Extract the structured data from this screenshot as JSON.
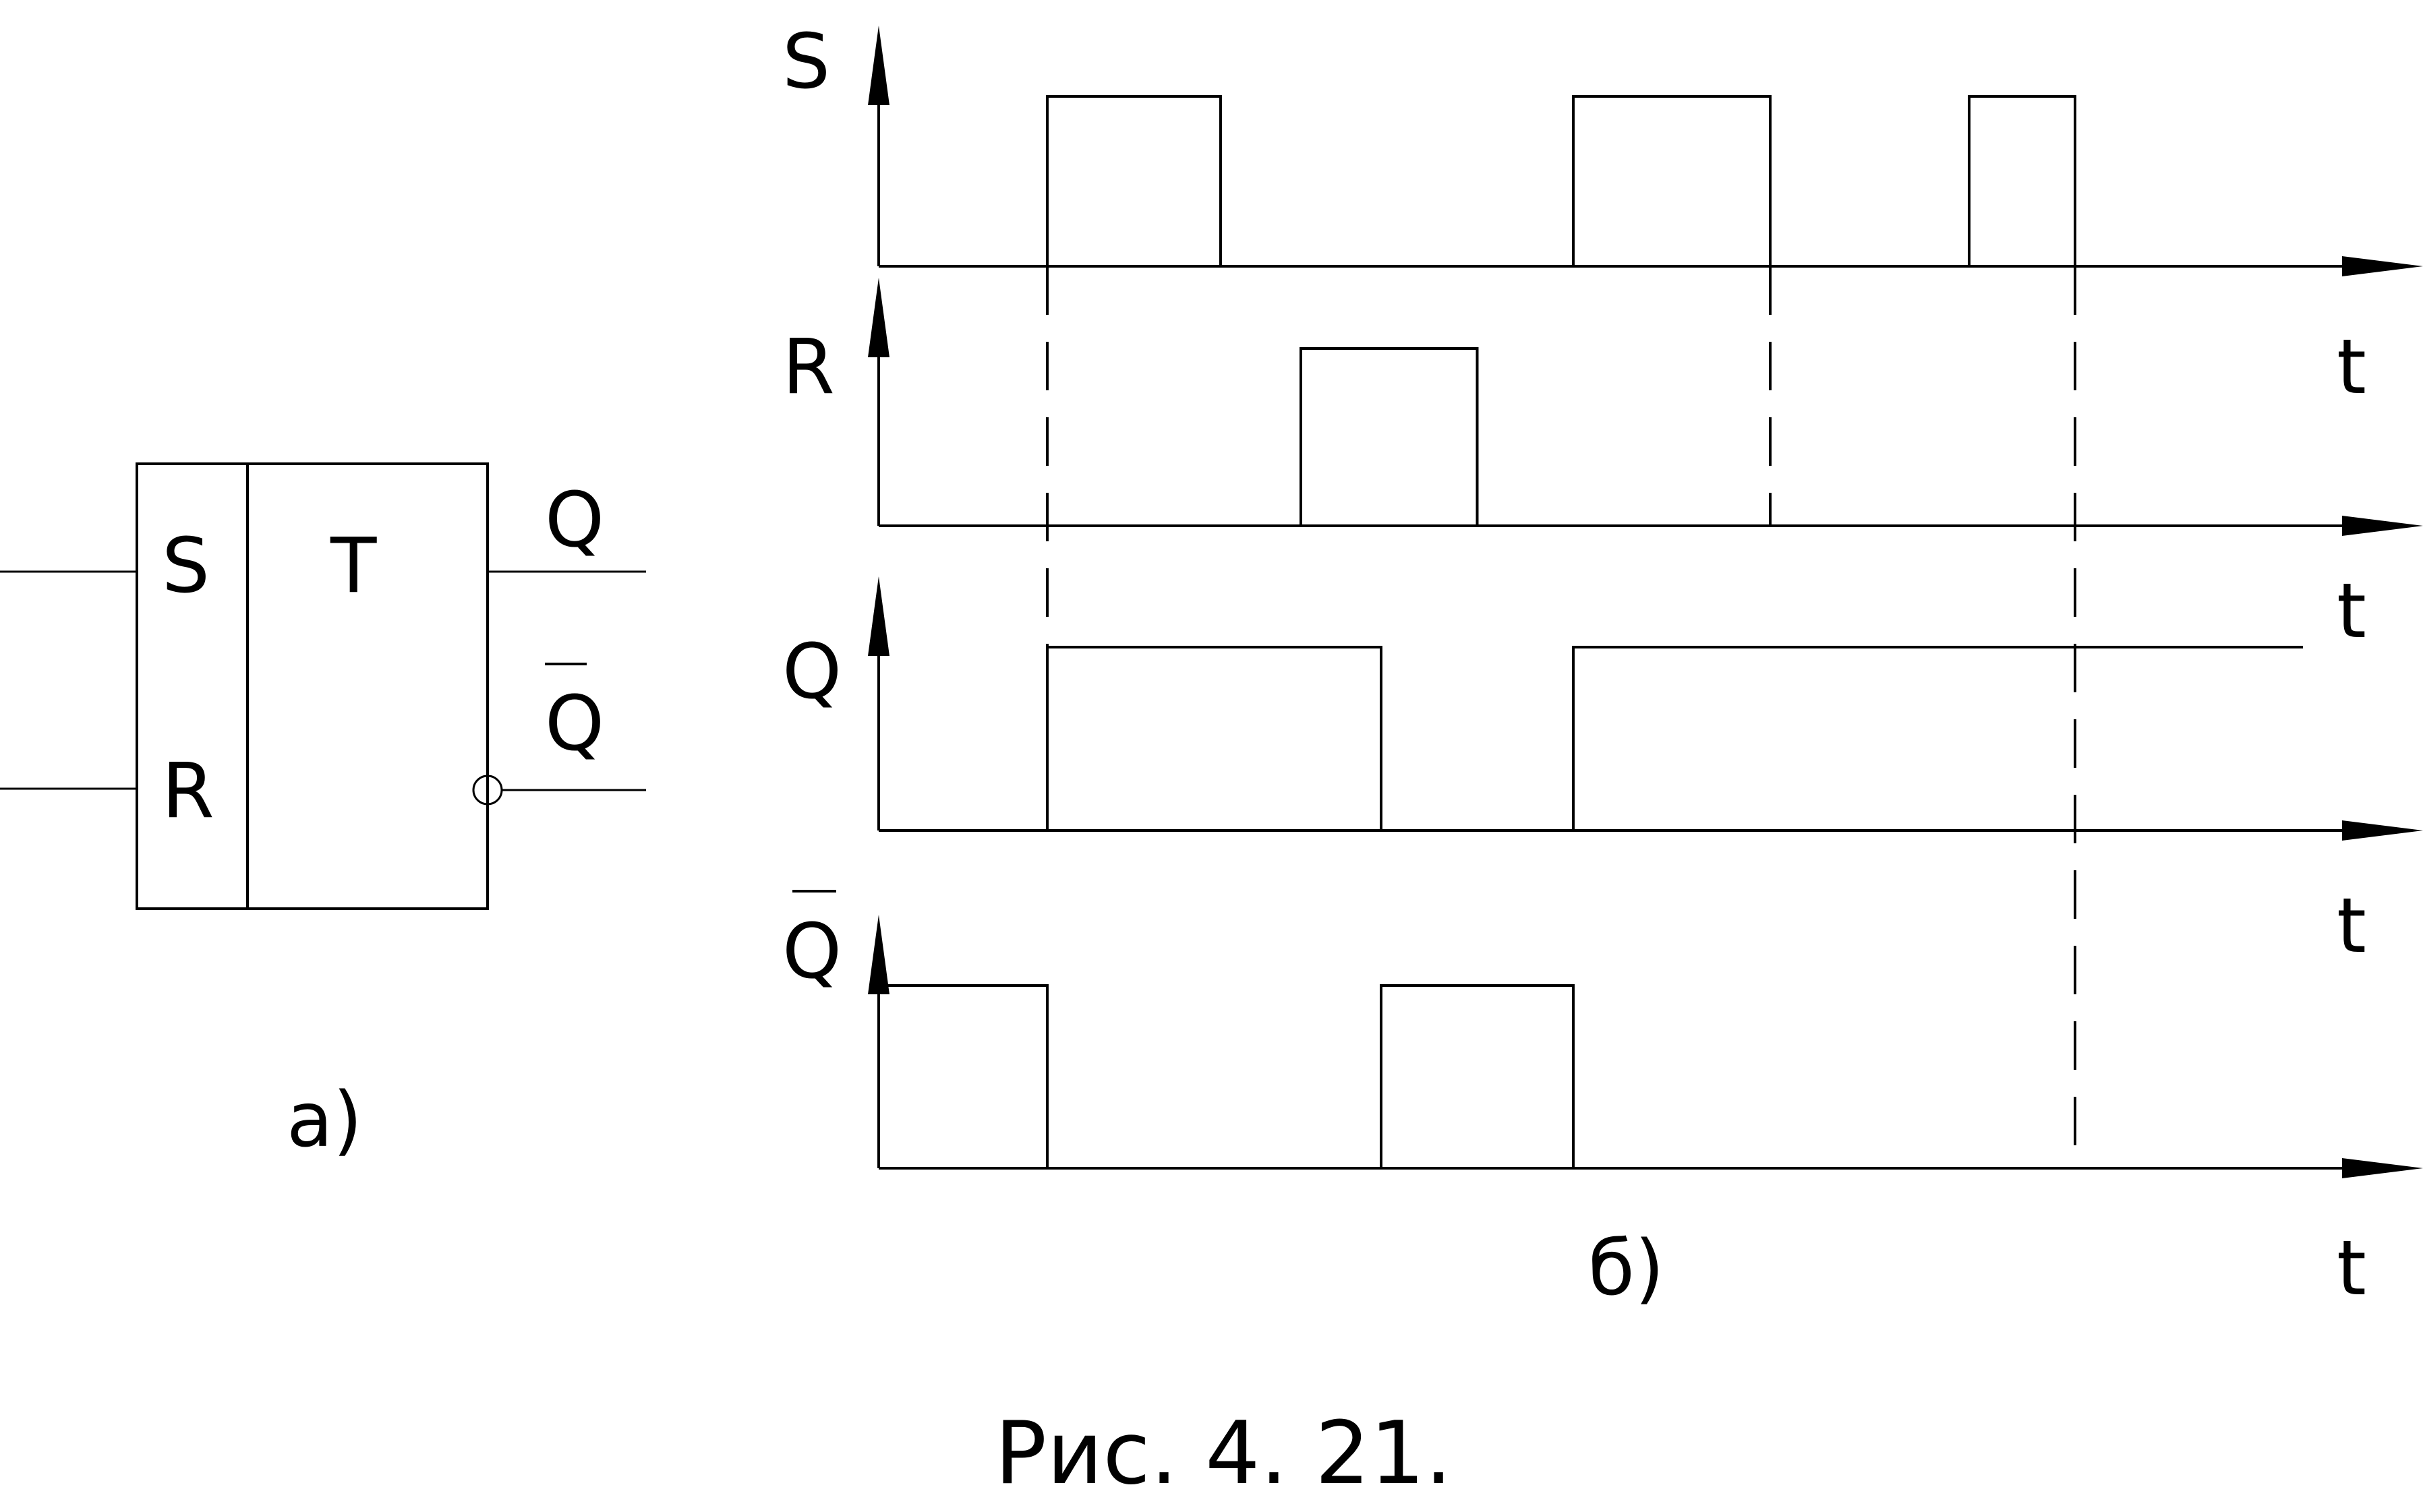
{
  "block": {
    "input_s": "S",
    "input_r": "R",
    "type": "T",
    "output_q": "Q",
    "output_qbar": "Q",
    "label": "а)"
  },
  "timing": {
    "label": "б)",
    "time_label": "t",
    "signals": [
      {
        "name": "S",
        "overline": false,
        "initial": 0,
        "edges": [
          1,
          2,
          4,
          5,
          6,
          7
        ]
      },
      {
        "name": "R",
        "overline": false,
        "initial": 0,
        "edges": [
          2.5,
          3.5
        ]
      },
      {
        "name": "Q",
        "overline": false,
        "initial": 0,
        "edges": [
          1,
          3,
          4
        ]
      },
      {
        "name": "Q",
        "overline": true,
        "initial": 1,
        "edges": [
          1,
          3,
          4
        ]
      }
    ]
  },
  "caption": "Рис. 4. 21."
}
